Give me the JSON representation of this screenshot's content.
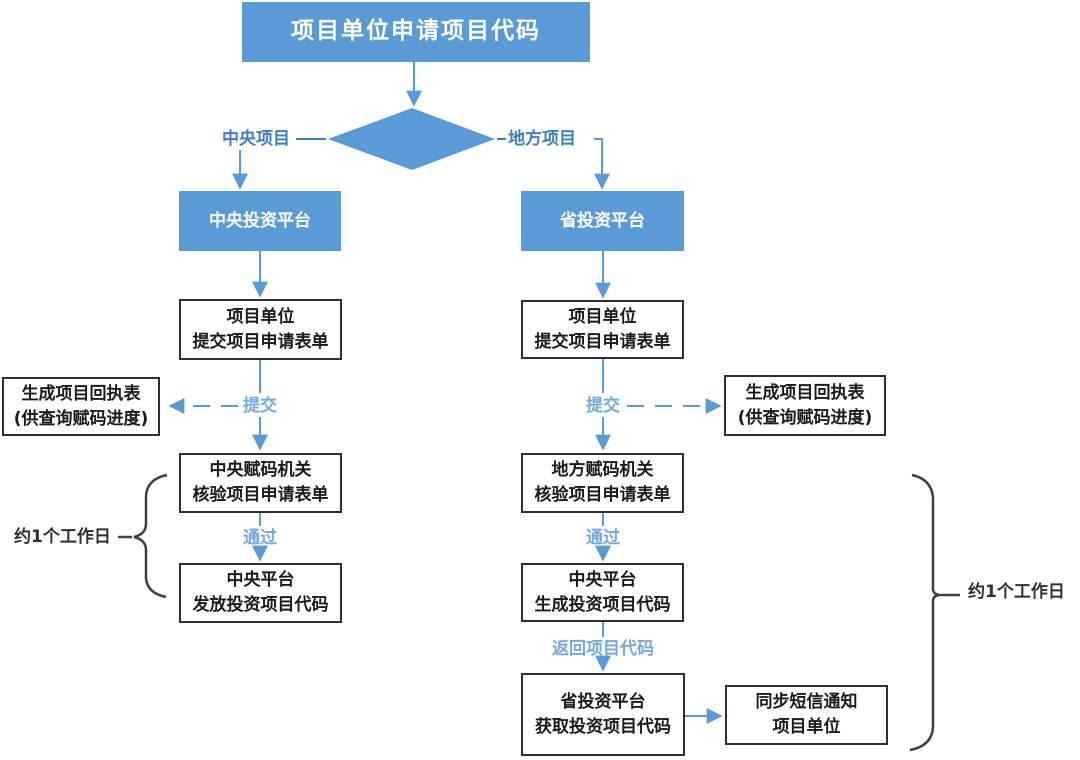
{
  "colors": {
    "node_fill_blue": "#5b9bd5",
    "arrow_blue": "#5b9bd5",
    "branch_label_blue": "#3f7dc2",
    "step_label_blue": "#74a9dd",
    "box_border_dark": "#2f2f2f",
    "bracket_gray": "#404040"
  },
  "title": {
    "text": "项目单位申请项目代码"
  },
  "decision": {
    "left_label": "中央项目",
    "right_label": "地方项目"
  },
  "left_branch": {
    "platform": "中央投资平台",
    "submit_form": {
      "line1": "项目单位",
      "line2": "提交项目申请表单"
    },
    "submit_label": "提交",
    "receipt": {
      "line1": "生成项目回执表",
      "line2": "(供查询赋码进度)"
    },
    "verify": {
      "line1": "中央赋码机关",
      "line2": "核验项目申请表单"
    },
    "pass_label": "通过",
    "issue": {
      "line1": "中央平台",
      "line2": "发放投资项目代码"
    },
    "duration_label": "约1个工作日"
  },
  "right_branch": {
    "platform": "省投资平台",
    "submit_form": {
      "line1": "项目单位",
      "line2": "提交项目申请表单"
    },
    "submit_label": "提交",
    "receipt": {
      "line1": "生成项目回执表",
      "line2": "(供查询赋码进度)"
    },
    "verify": {
      "line1": "地方赋码机关",
      "line2": "核验项目申请表单"
    },
    "pass_label": "通过",
    "generate": {
      "line1": "中央平台",
      "line2": "生成投资项目代码"
    },
    "return_label": "返回项目代码",
    "obtain": {
      "line1": "省投资平台",
      "line2": "获取投资项目代码"
    },
    "sms": {
      "line1": "同步短信通知",
      "line2": "项目单位"
    },
    "duration_label": "约1个工作日"
  }
}
